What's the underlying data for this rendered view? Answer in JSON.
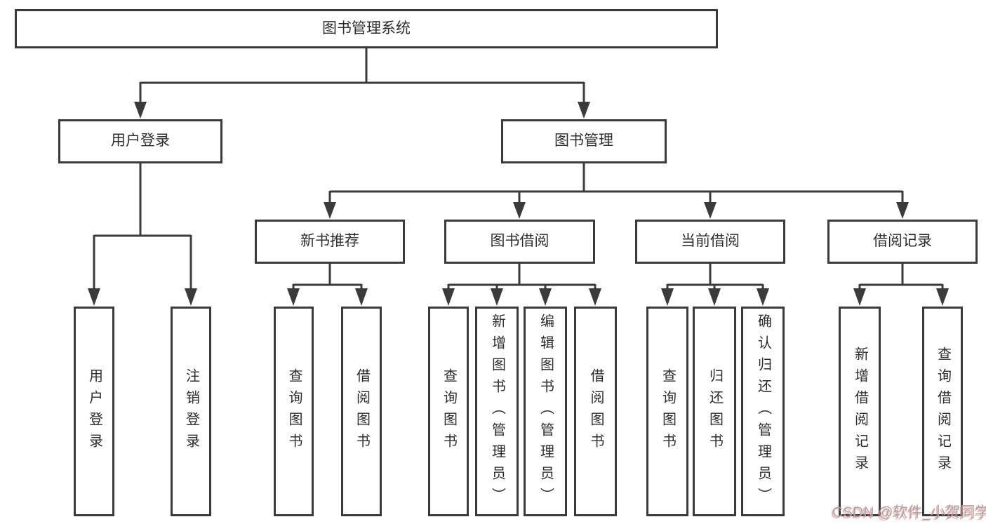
{
  "diagram": {
    "type": "tree",
    "title": "图书管理系统",
    "colors": {
      "background": "#ffffff",
      "line": "#3b3b3b",
      "box_border": "#3a3a3a",
      "text": "#2d2d2d",
      "watermark_gray": "#a8a8a8",
      "watermark_red": "#f06b6b"
    },
    "nodes": {
      "root": {
        "label": "图书管理系统"
      },
      "user-login-group": {
        "label": "用户登录"
      },
      "book-mgmt": {
        "label": "图书管理"
      },
      "new-book-rec": {
        "label": "新书推荐"
      },
      "book-borrow": {
        "label": "图书借阅"
      },
      "current-borrow": {
        "label": "当前借阅"
      },
      "borrow-records": {
        "label": "借阅记录"
      },
      "user-login": {
        "label": "用户登录"
      },
      "logout": {
        "label": "注销登录"
      },
      "nbr-query": {
        "label": "查询图书"
      },
      "nbr-borrow": {
        "label": "借阅图书"
      },
      "bb-query": {
        "label": "查询图书"
      },
      "bb-add": {
        "label": "新增图书（管理员）"
      },
      "bb-edit": {
        "label": "编辑图书（管理员）"
      },
      "bb-borrow": {
        "label": "借阅图书"
      },
      "cb-query": {
        "label": "查询图书"
      },
      "cb-return": {
        "label": "归还图书"
      },
      "cb-confirm": {
        "label": "确认归还（管理员）"
      },
      "br-add": {
        "label": "新增借阅记录"
      },
      "br-query": {
        "label": "查询借阅记录"
      }
    },
    "edges": [
      {
        "from": "root",
        "to": "user-login-group"
      },
      {
        "from": "root",
        "to": "book-mgmt"
      },
      {
        "from": "user-login-group",
        "to": "user-login"
      },
      {
        "from": "user-login-group",
        "to": "logout"
      },
      {
        "from": "book-mgmt",
        "to": "new-book-rec"
      },
      {
        "from": "book-mgmt",
        "to": "book-borrow"
      },
      {
        "from": "book-mgmt",
        "to": "current-borrow"
      },
      {
        "from": "book-mgmt",
        "to": "borrow-records"
      },
      {
        "from": "new-book-rec",
        "to": "nbr-query"
      },
      {
        "from": "new-book-rec",
        "to": "nbr-borrow"
      },
      {
        "from": "book-borrow",
        "to": "bb-query"
      },
      {
        "from": "book-borrow",
        "to": "bb-add"
      },
      {
        "from": "book-borrow",
        "to": "bb-edit"
      },
      {
        "from": "book-borrow",
        "to": "bb-borrow"
      },
      {
        "from": "current-borrow",
        "to": "cb-query"
      },
      {
        "from": "current-borrow",
        "to": "cb-return"
      },
      {
        "from": "current-borrow",
        "to": "cb-confirm"
      },
      {
        "from": "borrow-records",
        "to": "br-add"
      },
      {
        "from": "borrow-records",
        "to": "br-query"
      }
    ],
    "watermark": "CSDN @软件_小贺同学"
  }
}
